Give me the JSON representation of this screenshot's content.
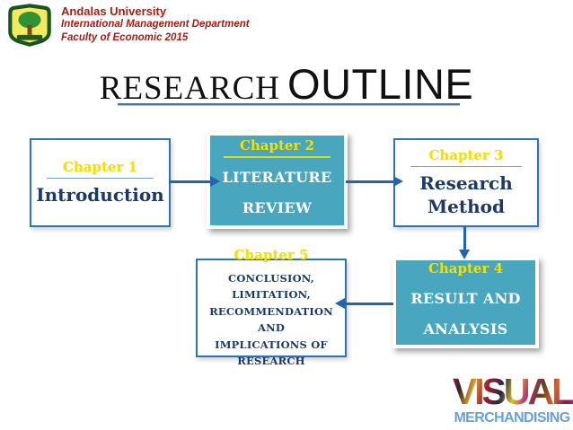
{
  "header": {
    "university": "Andalas University",
    "department": "International Management Department",
    "faculty": "Faculty of Economic 2015"
  },
  "title": {
    "serif_word": "RESEARCH",
    "sans_word": "OUTLINE"
  },
  "chapters": [
    {
      "label": "Chapter 1",
      "lines": [
        "Introduction"
      ]
    },
    {
      "label": "Chapter 2",
      "lines": [
        "LITERATURE",
        "REVIEW"
      ]
    },
    {
      "label": "Chapter 3",
      "lines": [
        "Research Method"
      ]
    },
    {
      "label": "Chapter 4",
      "lines": [
        "RESULT AND",
        "ANALYSIS"
      ]
    },
    {
      "label": "Chapter 5",
      "lines": [
        "CONCLUSION, LIMITATION,",
        "RECOMMENDATION AND",
        "IMPLICATIONS OF",
        "RESEARCH"
      ]
    }
  ],
  "watermark": {
    "top": "VISUAL",
    "bottom": "MERCHANDISING"
  },
  "colors": {
    "teal_box": "#48A6BF",
    "light_box_border": "#2E74B5",
    "arrow": "#2264AD",
    "chapter_label_yellow": "#F2E202",
    "body_navy": "#1B3A66",
    "header_red": "#A02018",
    "title_underline": "#3E76B4",
    "merchandising_blue": "#68A2D8"
  }
}
